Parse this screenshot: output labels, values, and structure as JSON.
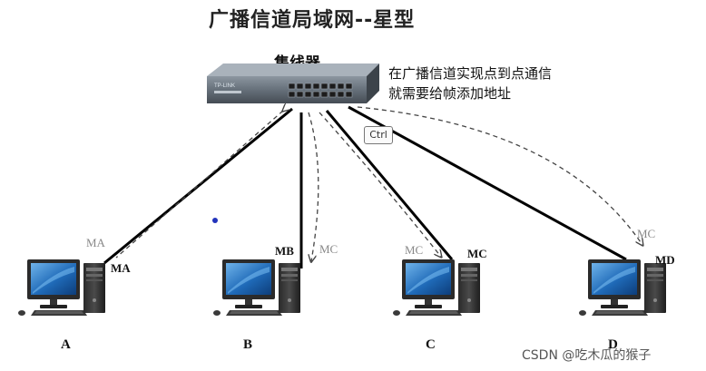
{
  "title": "广播信道局域网--星型",
  "hub": {
    "label": "集线器",
    "brand": "TP-LINK"
  },
  "note": {
    "line1": "在广播信道实现点到点通信",
    "line2": "就需要给帧添加地址"
  },
  "ctrl_badge": "Ctrl",
  "computers": [
    {
      "name": "A",
      "mac": "MA"
    },
    {
      "name": "B",
      "mac": "MB"
    },
    {
      "name": "C",
      "mac": "MC"
    },
    {
      "name": "D",
      "mac": "MD"
    }
  ],
  "frame_labels": [
    {
      "text": "MA",
      "near": "A"
    },
    {
      "text": "MC",
      "near": "B"
    },
    {
      "text": "MC",
      "near": "C"
    },
    {
      "text": "MC",
      "near": "D"
    }
  ],
  "watermark": "CSDN @吃木瓜的猴子"
}
